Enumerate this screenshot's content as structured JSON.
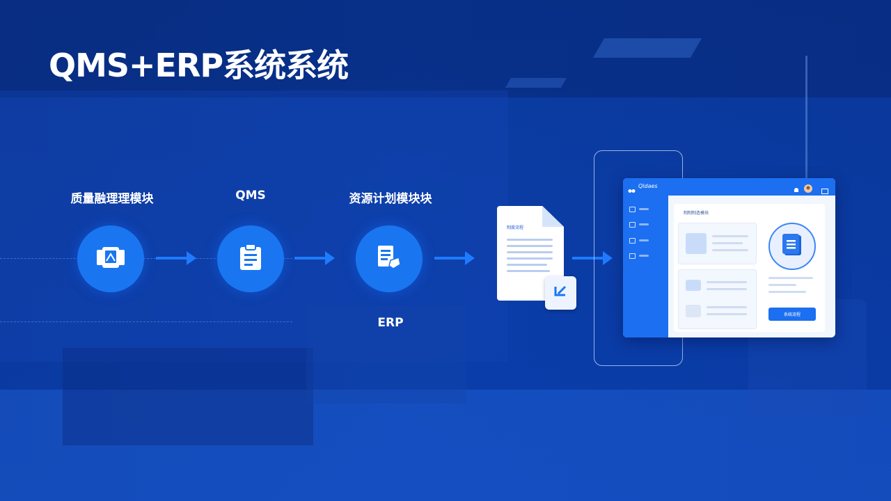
{
  "title": "QMS+ERP系统系统",
  "steps": [
    {
      "label": "质量融理理模块",
      "icon": "tablet-docs-icon"
    },
    {
      "label": "QMS",
      "icon": "clipboard-icon"
    },
    {
      "label": "资源计划模块块",
      "icon": "document-hand-icon"
    }
  ],
  "step3_sublabel": "ERP",
  "document": {
    "title": "制度流程",
    "badge_icon": "signature-icon"
  },
  "app": {
    "brand": "Qldaes",
    "main_title": "制制制造模块",
    "button_label": "系统流程"
  },
  "colors": {
    "accent": "#1a76f0",
    "background": "#0b3a9c"
  }
}
